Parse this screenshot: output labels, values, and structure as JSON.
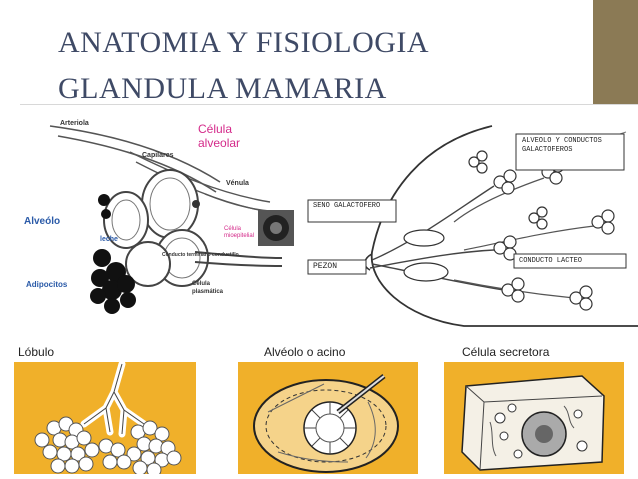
{
  "slide": {
    "title_line1": "ANATOMIA Y FISIOLOGIA",
    "title_line2": "GLANDULA  MAMARIA",
    "accent_color": "#8b7a55",
    "title_color": "#3f4a66"
  },
  "alveolus_diagram": {
    "labels": {
      "arteriola": "Arteriola",
      "capilares": "Capilares",
      "celula_alveolar": "Célula alveolar",
      "venula": "Vénula",
      "alveolo": "Alveólo",
      "leche": "leche",
      "celula_mioepitelial": "Célula mioepitelial",
      "conducto_terminal": "Conducto terminal o conductillo",
      "adipocitos": "Adipocitos",
      "celula_plasmatica": "Célula plasmática"
    },
    "highlight_color": "#d42a8a",
    "label_color": "#2a5aa8"
  },
  "breast_diagram": {
    "labels": {
      "alveolo_conductos": "ALVEOLO Y CONDUCTOS GALACTOFEROS",
      "seno": "SENO GALACTOFERO",
      "conducto_lacteo": "CONDUCTO LACTEO",
      "pezon": "PEZON"
    }
  },
  "bottom_panels": [
    {
      "label": "Lóbulo"
    },
    {
      "label": "Alvéolo o acino"
    },
    {
      "label": "Célula secretora"
    }
  ],
  "panel_color": "#f0b02a"
}
